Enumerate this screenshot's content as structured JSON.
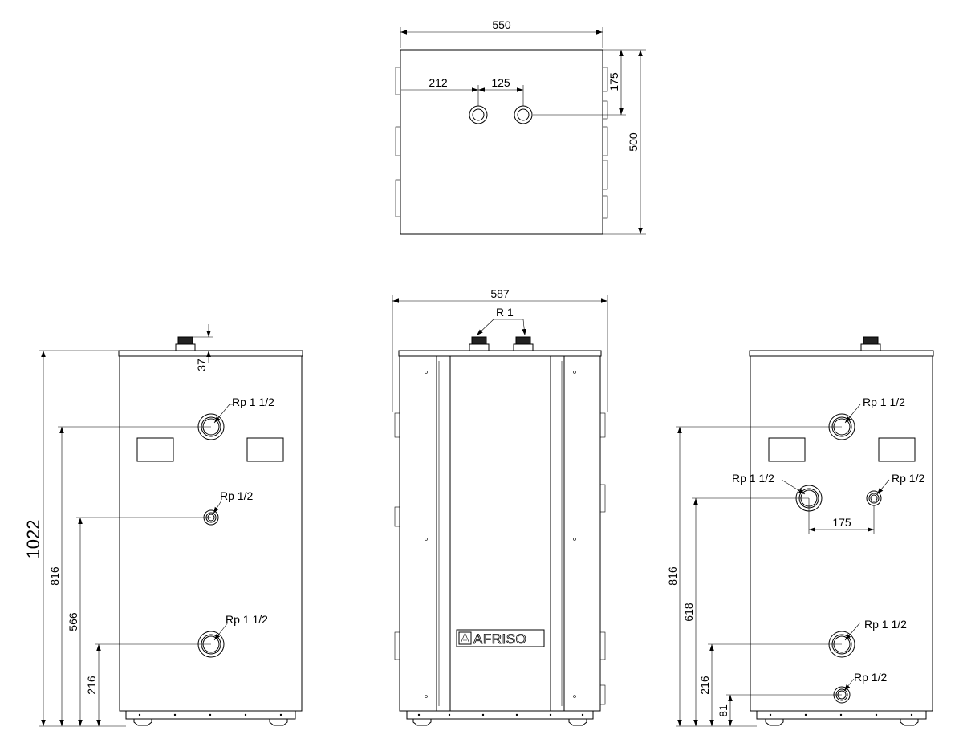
{
  "top_view": {
    "dims": {
      "width": "550",
      "depth": "500",
      "offset_right": "175",
      "offset_left": "212",
      "spacing": "125"
    }
  },
  "front_view": {
    "dims": {
      "width": "587"
    },
    "labels": {
      "top_thread": "R 1"
    },
    "logo": "AFRISO"
  },
  "left_view": {
    "dims": {
      "total_height": "1022",
      "top_fitting": "37",
      "h_upper": "816",
      "h_middle": "566",
      "h_lower": "216"
    },
    "labels": {
      "upper": "Rp 1 1/2",
      "middle": "Rp 1/2",
      "lower": "Rp 1 1/2"
    }
  },
  "right_view": {
    "dims": {
      "h_upper": "816",
      "h_middle": "618",
      "h_lower": "216",
      "h_bottom": "81",
      "spacing": "175"
    },
    "labels": {
      "upper": "Rp 1 1/2",
      "middle_left": "Rp 1 1/2",
      "middle_right": "Rp 1/2",
      "lower": "Rp 1 1/2",
      "bottom": "Rp 1/2"
    }
  }
}
